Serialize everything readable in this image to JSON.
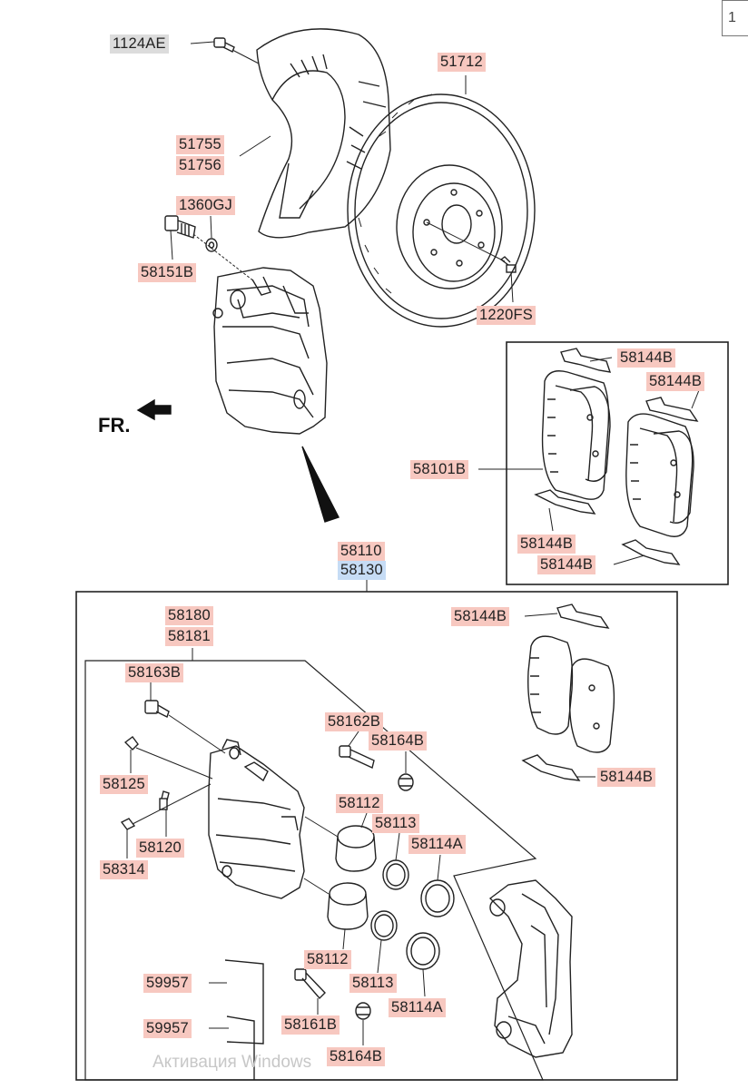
{
  "page_corner": "1",
  "direction_label": "FR.",
  "watermark": {
    "line1": "Активация Windows"
  },
  "labels": {
    "l1124AE": "1124AE",
    "l51712": "51712",
    "l51755": "51755",
    "l51756": "51756",
    "l1360GJ": "1360GJ",
    "l58151B": "58151B",
    "l1220FS": "1220FS",
    "pad_kit_58144B_a": "58144B",
    "pad_kit_58144B_b": "58144B",
    "l58101B": "58101B",
    "pad_kit_58144B_c": "58144B",
    "pad_kit_58144B_d": "58144B",
    "l58110": "58110",
    "l58130": "58130",
    "l58180": "58180",
    "l58181": "58181",
    "assy_58144B_e": "58144B",
    "assy_58144B_f": "58144B",
    "l58163B": "58163B",
    "l58162B": "58162B",
    "l58164B_top": "58164B",
    "l58125": "58125",
    "l58112_top": "58112",
    "l58113_top": "58113",
    "l58114A_top": "58114A",
    "l58120": "58120",
    "l58314": "58314",
    "l58112_bot": "58112",
    "l58113_bot": "58113",
    "l58114A_bot": "58114A",
    "l59957_top": "59957",
    "l59957_bot": "59957",
    "l58161B": "58161B",
    "l58164B_bot": "58164B"
  }
}
